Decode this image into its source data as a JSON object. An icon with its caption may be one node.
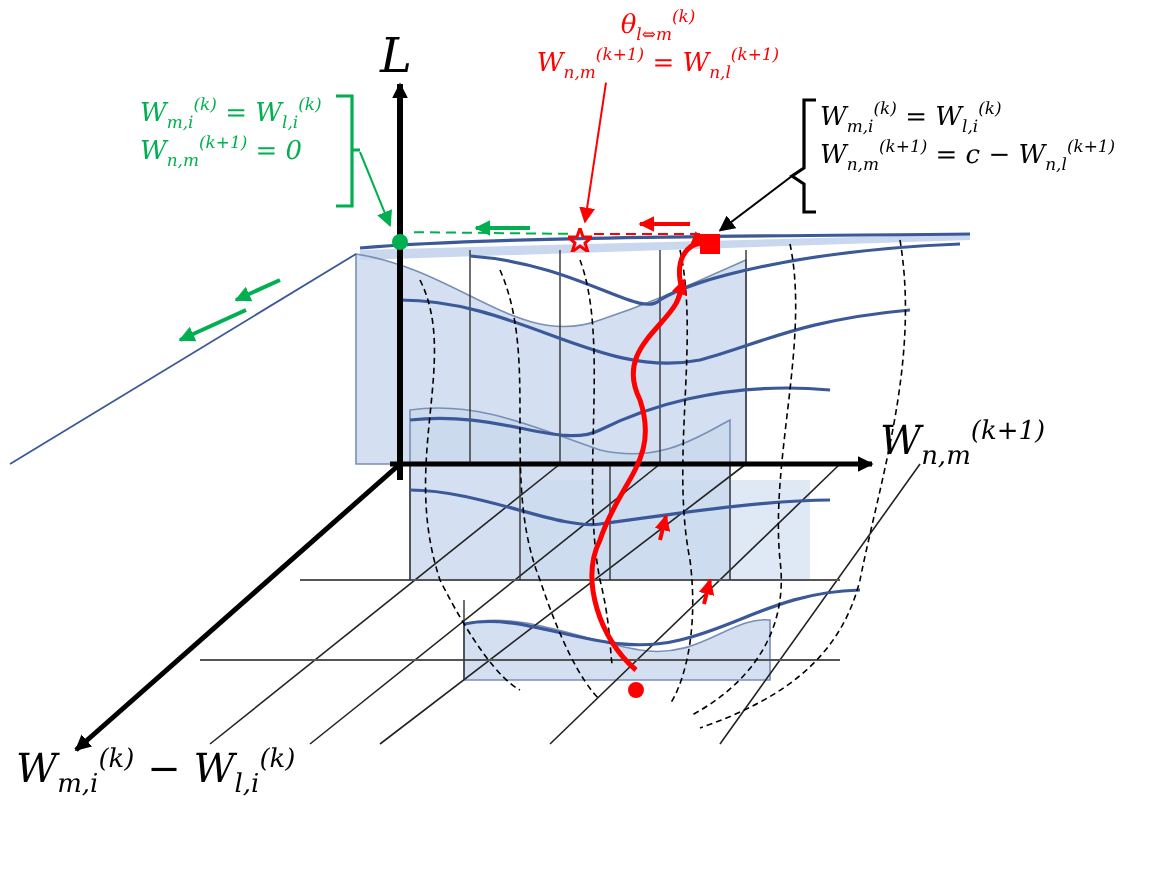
{
  "diagram": {
    "nodes": [
      {
        "text": [
          "W$_{m,i}$$^{(k)}$ = W$_{l,i}$$^{(k)}$",
          "W$_{n,m}$$^{(k+1)}$ = 0"
        ]
      },
      {
        "text": [],
        "shape": "circle"
      },
      {
        "text": [
          "θ$_{l⇔m}$$^{(k)}$",
          "W$_{n,m}$$^{(k+1)}$ = W$_{n,l}$$^{(k+1)}$"
        ]
      },
      {
        "text": [],
        "shape": "star"
      },
      {
        "text": [
          "W$_{m,i}$$^{(k)}$ = W$_{l,i}$$^{(k)}$",
          "W$_{n,m}$$^{(k+1)}$ = c − W$_{n,l}$$^{(k+1)}$"
        ]
      },
      {
        "text": [],
        "shape": "box"
      },
      {
        "text": [],
        "shape": "circle"
      }
    ],
    "edges": [
      {
        "from": 0,
        "to": 1,
        "arrow": "to",
        "color": "#00b050"
      },
      {
        "from": 2,
        "to": 3,
        "arrow": "to",
        "color": "#ff0000"
      },
      {
        "from": 4,
        "to": 5,
        "arrow": "to",
        "color": "#000000"
      },
      {
        "from": 6,
        "to": 5,
        "arrow": "to",
        "style": "thick",
        "color": "#ff0000"
      },
      {
        "from": 5,
        "to": 3,
        "arrow": "none",
        "style": "dashed",
        "color": "#ff0000"
      },
      {
        "from": 3,
        "to": 1,
        "arrow": "none",
        "style": "dashed",
        "color": "#00b050"
      }
    ],
    "labels": [
      "L",
      "W$_{n,m}$$^{(k+1)}$",
      "W$_{m,i}$$^{(k)}$ − W$_{l,i}$$^{(k)}$"
    ]
  }
}
